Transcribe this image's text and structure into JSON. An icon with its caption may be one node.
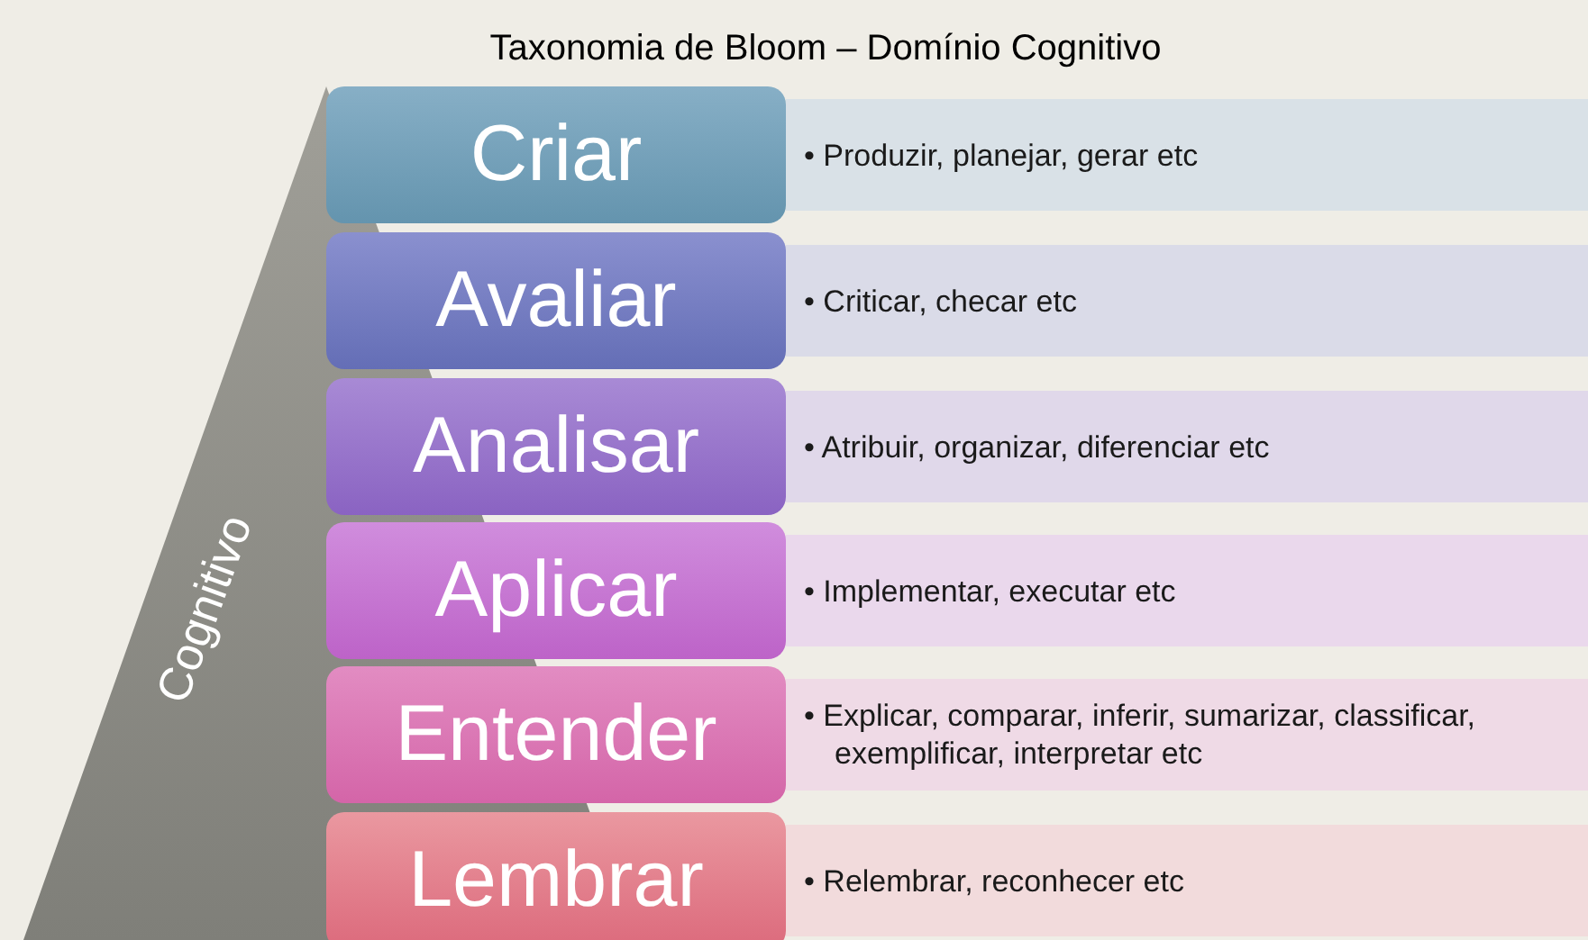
{
  "diagram": {
    "title": "Taxonomia de Bloom – Domínio Cognitivo",
    "nodes": [
      {
        "text": [
          "Cognitivo"
        ]
      },
      {
        "text": [
          "Criar"
        ]
      },
      {
        "text": [
          "• Produzir, planejar, gerar etc"
        ]
      },
      {
        "text": [
          "Avaliar"
        ]
      },
      {
        "text": [
          "• Criticar, checar etc"
        ]
      },
      {
        "text": [
          "Analisar"
        ]
      },
      {
        "text": [
          "• Atribuir, organizar, diferenciar etc"
        ]
      },
      {
        "text": [
          "Aplicar"
        ]
      },
      {
        "text": [
          "• Implementar, executar etc"
        ]
      },
      {
        "text": [
          "Entender"
        ]
      },
      {
        "text": [
          "• Explicar, comparar, inferir, sumarizar, classificar, exemplificar, interpretar etc"
        ]
      },
      {
        "text": [
          "Lembrar"
        ]
      },
      {
        "text": [
          "• Relembrar, reconhecer etc"
        ]
      }
    ]
  }
}
